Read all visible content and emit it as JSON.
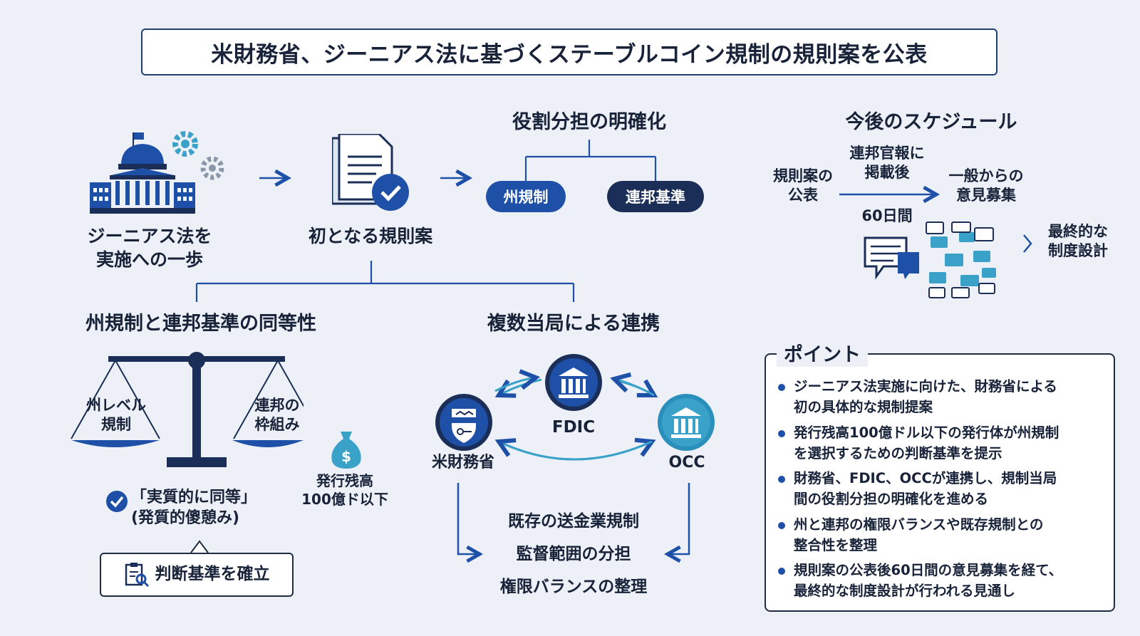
{
  "title": "米財務省、ジーニアス法に基づくステーブルコイン規制の規則案を公表",
  "flow": {
    "step1": [
      "ジーニアス法を",
      "実施への一歩"
    ],
    "step2": "初となる規則案",
    "roles": {
      "heading": "役割分担の明確化",
      "state": "州規制",
      "federal": "連邦基準"
    }
  },
  "equivalence": {
    "heading": "州規制と連邦基準の同等性",
    "left_pan": [
      "州レベル",
      "規制"
    ],
    "right_pan": [
      "連邦の",
      "枠組み"
    ],
    "check": [
      "「実質的に同等」",
      "(発質的傻憩み)"
    ],
    "money": [
      "発行残高",
      "100億ド以下"
    ],
    "criterion": "判断基準を確立"
  },
  "coordination": {
    "heading": "複数当局による連携",
    "agencies": [
      "米財務省",
      "FDIC",
      "OCC"
    ],
    "tasks": [
      "既存の送金業規制",
      "監督範囲の分担",
      "権限バランスの整理"
    ]
  },
  "schedule": {
    "heading": "今後のスケジュール",
    "publish": [
      "規則案の",
      "公表"
    ],
    "gazette": [
      "連邦官報に",
      "掲載後"
    ],
    "days": "60日間",
    "comments": [
      "一般からの",
      "意見募集"
    ],
    "final": [
      "最終的な",
      "制度設計"
    ]
  },
  "points": {
    "heading": "ポイント",
    "items": [
      [
        "ジーニアス法実施に向けた、財務省による",
        "初の具体的な規制提案"
      ],
      [
        "発行残高100億ドル以下の発行体が州規制",
        "を選択するための判断基準を提示"
      ],
      [
        "財務省、FDIC、OCCが連携し、規制当局",
        "間の役割分担の明確化を進める"
      ],
      [
        "州と連邦の権限バランスや既存規制との",
        "整合性を整理"
      ],
      [
        "規則案の公表後60日間の意見募集を経て、",
        "最終的な制度設計が行われる見通し"
      ]
    ]
  },
  "colors": {
    "navy": "#1b2e57",
    "blue": "#1e50a8",
    "teal": "#3aa1c8",
    "background": "#edf1f7"
  }
}
